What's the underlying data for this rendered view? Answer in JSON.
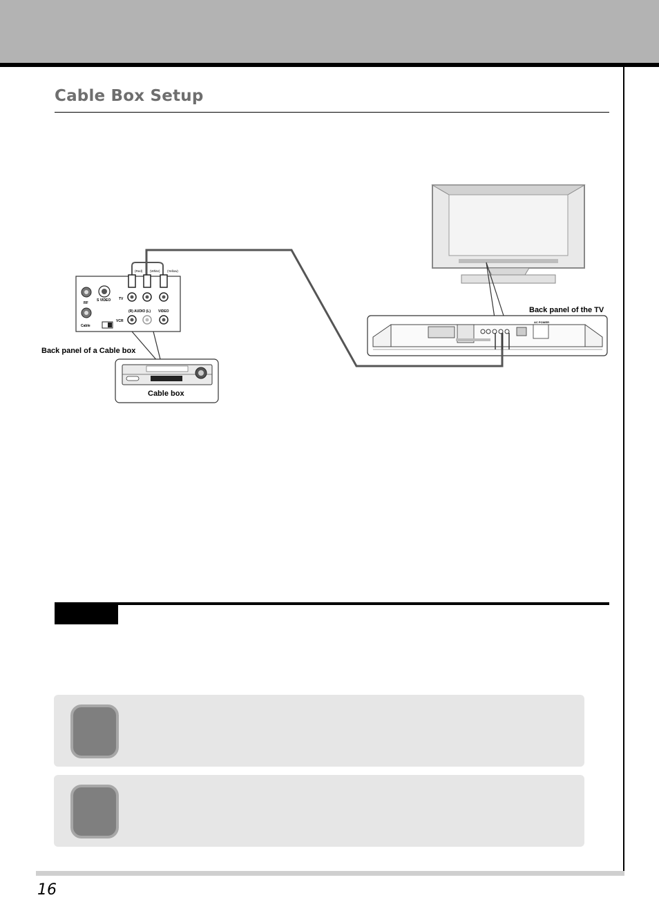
{
  "page": {
    "title": "Cable Box Setup",
    "page_number": "16"
  },
  "diagram": {
    "label_cable_panel": "Back panel of a Cable box",
    "label_tv_panel": "Back panel of the TV",
    "label_cable_box": "Cable box",
    "plug_red": "(Red)",
    "plug_white": "(White)",
    "plug_yellow": "(Yellow)",
    "jack_rf": "RF",
    "jack_svideo": "S VIDEO",
    "jack_tv": "TV",
    "jack_audio": "(R) AUDIO (L)",
    "jack_video": "VIDEO",
    "jack_vcr": "VCR",
    "jack_cable": "Cable",
    "tv_power": "AC POWER"
  },
  "colors": {
    "header": "#b3b3b3",
    "title": "#6e6e6e",
    "tip_box": "#e6e6e6",
    "tip_marker": "#7f7f7f",
    "cable": "#555555"
  }
}
